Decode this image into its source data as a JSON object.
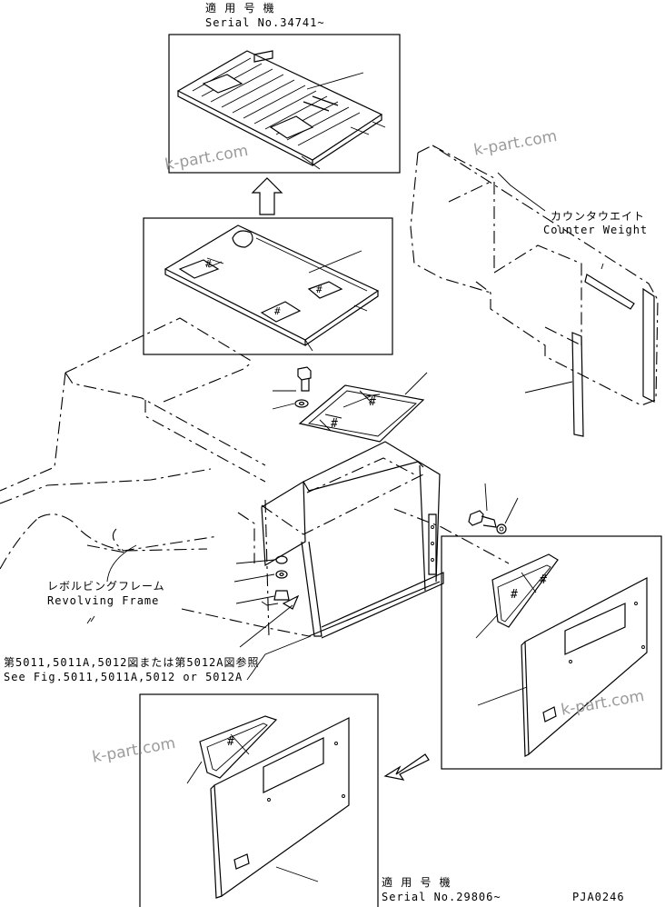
{
  "labels": {
    "top_serial_ja": "適 用 号 機",
    "top_serial_en": "Serial No.34741~",
    "counter_weight_ja": "カウンタウエイト",
    "counter_weight_en": "Counter Weight",
    "revolving_frame_ja": "レボルビングフレーム",
    "revolving_frame_en": "Revolving Frame",
    "see_fig_ja": "第5011,5011A,5012図または第5012A図参照",
    "see_fig_en": "See Fig.5011,5011A,5012 or 5012A",
    "bottom_serial_ja": "適 用 号 機",
    "bottom_serial_en": "Serial No.29806~",
    "drawing_code": "PJA0246"
  },
  "watermarks": [
    "k-part.com",
    "k-part.com",
    "k-part.com",
    "k-part.com"
  ]
}
